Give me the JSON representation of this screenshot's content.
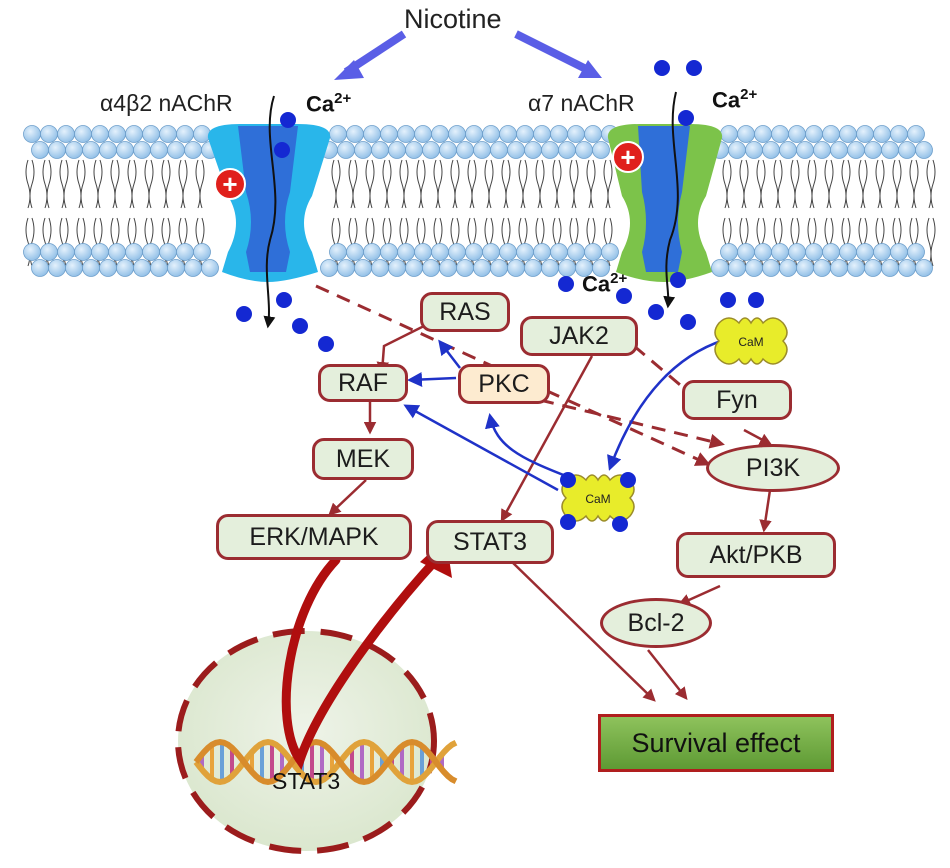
{
  "ligand": {
    "label": "Nicotine"
  },
  "receptors": {
    "alpha4beta2": {
      "label": "α4β2 nAChR"
    },
    "alpha7": {
      "label": "α7 nAChR"
    },
    "ion_label": "Ca",
    "ion_charge": "2+",
    "charge_symbol": "+"
  },
  "nodes": {
    "ras": "RAS",
    "raf": "RAF",
    "pkc": "PKC",
    "mek": "MEK",
    "erk": "ERK/MAPK",
    "jak2": "JAK2",
    "stat3": "STAT3",
    "fyn": "Fyn",
    "pi3k": "PI3K",
    "akt": "Akt/PKB",
    "bcl2": "Bcl-2"
  },
  "calmodulin": {
    "label": "CaM"
  },
  "nucleus": {
    "gene_label": "STAT3"
  },
  "outcome": {
    "label": "Survival effect"
  },
  "colors": {
    "nicotine_arrow": "#5a5ee6",
    "pathway_arrow": "#9b2c31",
    "cam_arrow": "#1f32c8",
    "node_fill": "#e4efdc",
    "node_border": "#9b2c31",
    "pkc_fill": "#fdebd0",
    "membrane_head": "#a7cdee",
    "ca_ion": "#1428d2",
    "receptor_a4b2": "#29b6ea",
    "receptor_a7": "#7cc34a",
    "cam_fill": "#e8ec2a",
    "nucleus_fill": "#e6eedd",
    "survival_fill": "#6fac43"
  }
}
